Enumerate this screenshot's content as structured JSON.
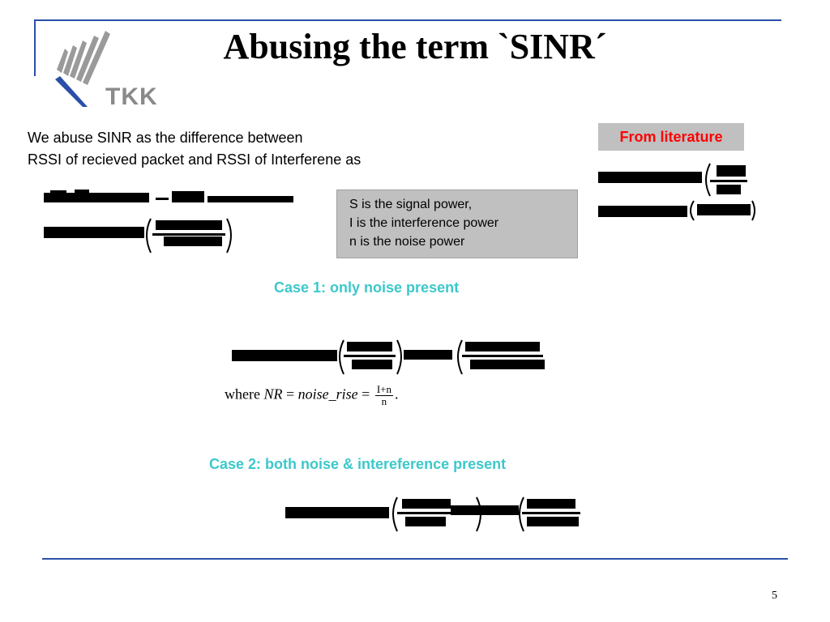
{
  "slide": {
    "title": "Abusing the term `SINR´",
    "logo_text": "TKK",
    "intro_line1": "We abuse SINR as the difference between",
    "intro_line2": "RSSI of recieved packet and RSSI of Interferene as",
    "literature_badge": "From literature",
    "definitions": [
      "S is the signal power,",
      "I is the  interference power",
      "n is the noise power"
    ],
    "case1_heading": "Case 1:  only noise present",
    "noise_rise": {
      "where": "where",
      "lhs": "NR",
      "eq1": "=",
      "name": "noise_rise",
      "eq2": "=",
      "numerator": "I+n",
      "denominator": "n",
      "end": "."
    },
    "case2_heading": "Case 2:  both noise & intereference present",
    "page_number": "5"
  },
  "colors": {
    "rule": "#2a4fa8",
    "case_heading": "#3cc8cc",
    "badge_text": "#ff0000",
    "box_bg": "#c0c0c0"
  }
}
